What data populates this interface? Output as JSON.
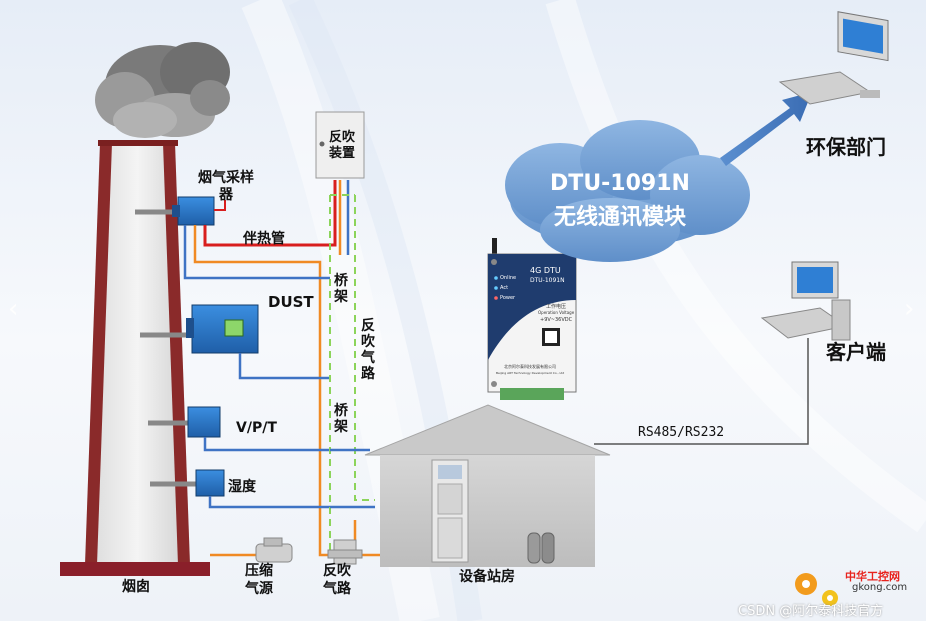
{
  "diagram": {
    "labels": {
      "chimney": "烟囱",
      "flue_gas_sampler": "烟气采样器",
      "heat_trace_tube": "伴热管",
      "dust": "DUST",
      "vpt": "V/P/T",
      "humidity": "湿度",
      "backblow_device": "反吹装置",
      "bridge1": "桥架",
      "bridge2": "桥架",
      "backblow_gas_path_vertical": "反吹气路",
      "compressed_air_source": "压缩气源",
      "backblow_gas_path": "反吹气路",
      "equipment_station": "设备站房",
      "rs485": "RS485/RS232",
      "env_protection_dept": "环保部门",
      "client": "客户端"
    },
    "cloud": {
      "line1": "DTU-1091N",
      "line2": "无线通讯模块"
    },
    "dtu_device": {
      "title": "4G DTU",
      "model": "DTU-1091N",
      "leds": [
        "Online",
        "Act",
        "Power"
      ],
      "voltage_label": "工作电压",
      "voltage_en": "Operation Voltage",
      "voltage": "+9V~36VDC",
      "maker": "北京阿尔泰科技发展有限公司",
      "maker_en": "Beijing ART Technology Development Co., Ltd"
    },
    "watermarks": {
      "csdn": "CSDN @阿尔泰科技官方",
      "site_cn": "中华工控网",
      "site": "gkong.com"
    }
  }
}
